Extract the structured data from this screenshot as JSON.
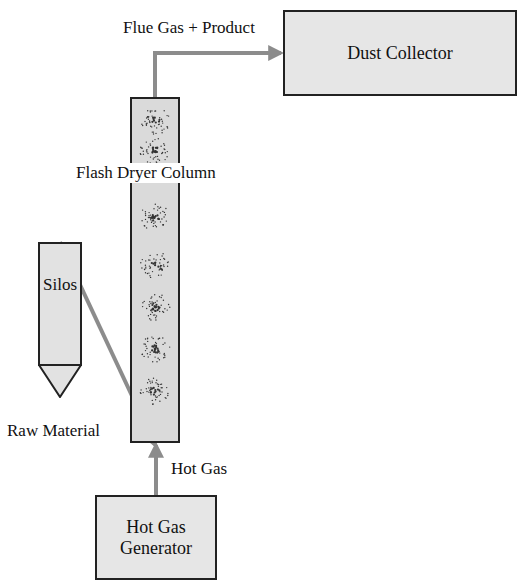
{
  "diagram": {
    "nodes": [
      {
        "text": [
          "Dust Collector"
        ]
      },
      {
        "text": [
          "Flash Dryer Column"
        ]
      },
      {
        "text": [
          "Silos"
        ]
      },
      {
        "text": [
          "Hot Gas Generator"
        ]
      }
    ],
    "edges": [
      {
        "from": 1,
        "to": 0,
        "label": "Flue Gas + Product",
        "arrow": "to"
      },
      {
        "from": 2,
        "to": 1,
        "label": "Raw Material",
        "arrow": "to"
      },
      {
        "from": 3,
        "to": 1,
        "label": "Hot Gas",
        "arrow": "to"
      }
    ]
  }
}
